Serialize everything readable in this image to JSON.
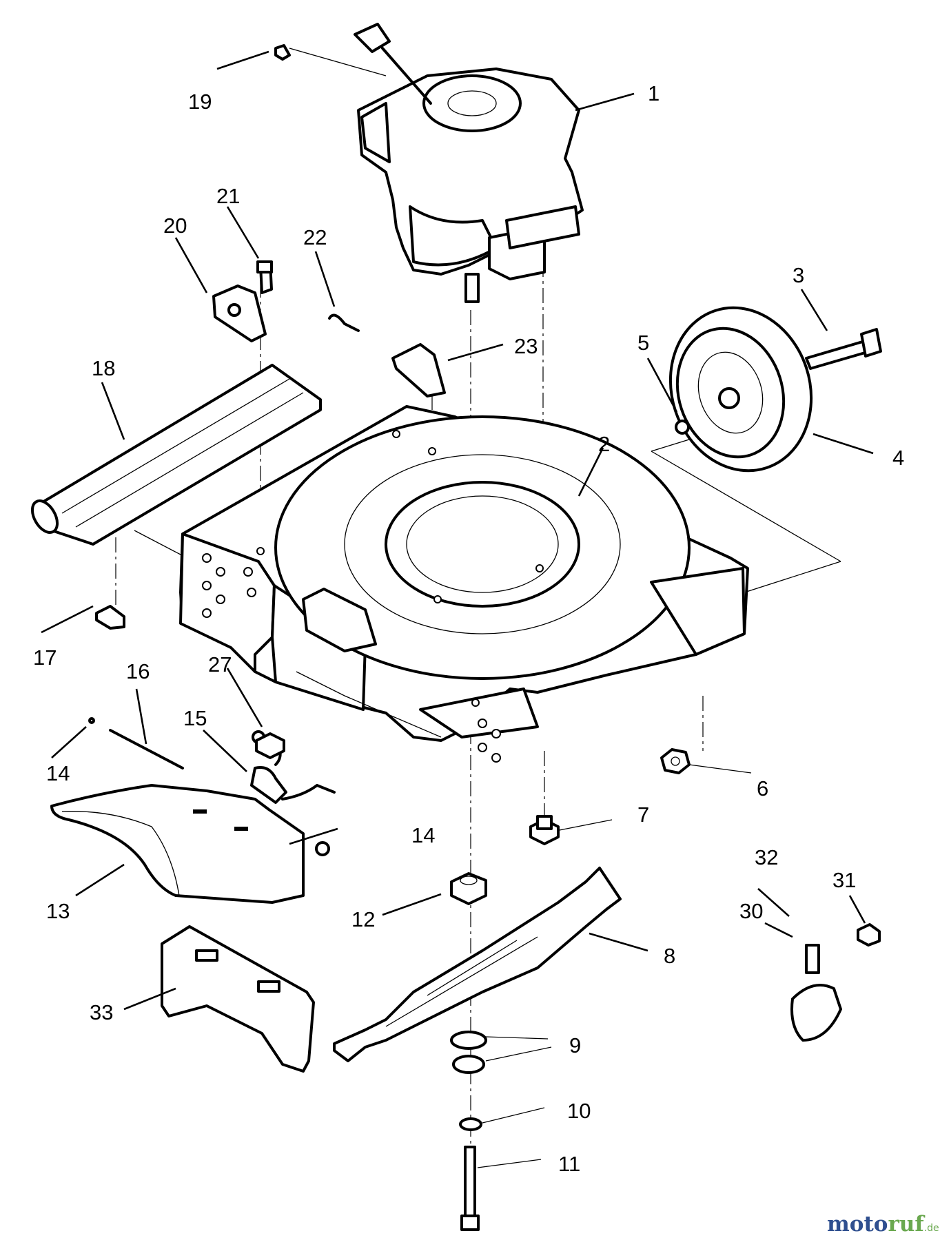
{
  "labels": {
    "p1": "1",
    "p2": "2",
    "p3": "3",
    "p4": "4",
    "p5": "5",
    "p6": "6",
    "p7": "7",
    "p8": "8",
    "p9": "9",
    "p10": "10",
    "p11": "11",
    "p12": "12",
    "p13": "13",
    "p14a": "14",
    "p14b": "14",
    "p15": "15",
    "p16": "16",
    "p17": "17",
    "p18": "18",
    "p19": "19",
    "p20": "20",
    "p21": "21",
    "p22": "22",
    "p23": "23",
    "p27": "27",
    "p30": "30",
    "p31": "31",
    "p32": "32",
    "p33": "33"
  },
  "watermark": {
    "part1": "moto",
    "part2": "ruf",
    "suffix": ".de"
  },
  "colors": {
    "line": "#000000",
    "watermark_blue": "#2f4f8f",
    "watermark_green": "#6aa84f"
  }
}
